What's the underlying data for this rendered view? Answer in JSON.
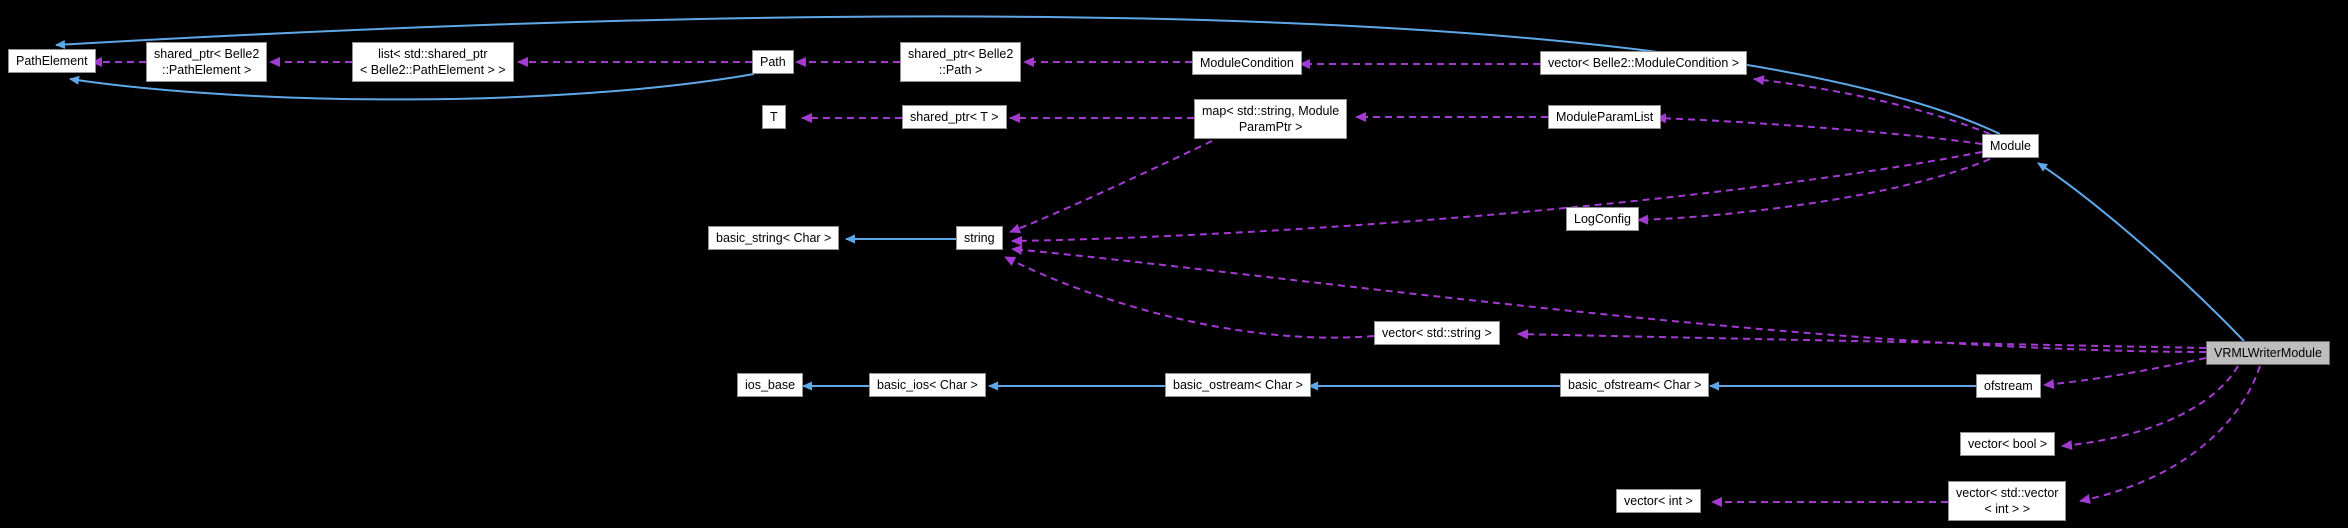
{
  "diagram": {
    "title": "VRMLWriterModule collaboration graph",
    "colors": {
      "background": "#000000",
      "node_fill": "#ffffff",
      "node_border": "#8f9194",
      "highlight_fill": "#bdbdbd",
      "highlight_border": "#696969",
      "inheritance_edge": "#5fa8e8",
      "usage_edge": "#a33bd2",
      "text": "#000000"
    },
    "nodes": [
      {
        "id": "pathElement",
        "label": "PathElement",
        "highlighted": false
      },
      {
        "id": "spPathElement",
        "label": "shared_ptr< Belle2\n::PathElement >",
        "highlighted": false
      },
      {
        "id": "listSpPathElement",
        "label": "list< std::shared_ptr\n< Belle2::PathElement > >",
        "highlighted": false
      },
      {
        "id": "path",
        "label": "Path",
        "highlighted": false
      },
      {
        "id": "spPath",
        "label": "shared_ptr< Belle2\n::Path >",
        "highlighted": false
      },
      {
        "id": "moduleCondition",
        "label": "ModuleCondition",
        "highlighted": false
      },
      {
        "id": "vecModuleCondition",
        "label": "vector< Belle2::ModuleCondition >",
        "highlighted": false
      },
      {
        "id": "t",
        "label": "T",
        "highlighted": false
      },
      {
        "id": "spT",
        "label": "shared_ptr< T >",
        "highlighted": false
      },
      {
        "id": "mapParam",
        "label": "map< std::string, Module\nParamPtr >",
        "highlighted": false
      },
      {
        "id": "moduleParamList",
        "label": "ModuleParamList",
        "highlighted": false
      },
      {
        "id": "module",
        "label": "Module",
        "highlighted": false
      },
      {
        "id": "logConfig",
        "label": "LogConfig",
        "highlighted": false
      },
      {
        "id": "basicString",
        "label": "basic_string< Char >",
        "highlighted": false
      },
      {
        "id": "string",
        "label": "string",
        "highlighted": false
      },
      {
        "id": "vecString",
        "label": "vector< std::string >",
        "highlighted": false
      },
      {
        "id": "vrmlWriterModule",
        "label": "VRMLWriterModule",
        "highlighted": true
      },
      {
        "id": "iosBase",
        "label": "ios_base",
        "highlighted": false
      },
      {
        "id": "basicIos",
        "label": "basic_ios< Char >",
        "highlighted": false
      },
      {
        "id": "basicOstream",
        "label": "basic_ostream< Char >",
        "highlighted": false
      },
      {
        "id": "basicOfstream",
        "label": "basic_ofstream< Char >",
        "highlighted": false
      },
      {
        "id": "ofstream",
        "label": "ofstream",
        "highlighted": false
      },
      {
        "id": "vecBool",
        "label": "vector< bool >",
        "highlighted": false
      },
      {
        "id": "vecInt",
        "label": "vector< int >",
        "highlighted": false
      },
      {
        "id": "vecVecInt",
        "label": "vector< std::vector\n< int > >",
        "highlighted": false
      }
    ],
    "edges": [
      {
        "from": "spPathElement",
        "to": "pathElement",
        "kind": "usage"
      },
      {
        "from": "listSpPathElement",
        "to": "spPathElement",
        "kind": "usage"
      },
      {
        "from": "path",
        "to": "listSpPathElement",
        "kind": "usage"
      },
      {
        "from": "spPath",
        "to": "path",
        "kind": "usage"
      },
      {
        "from": "moduleCondition",
        "to": "spPath",
        "kind": "usage"
      },
      {
        "from": "vecModuleCondition",
        "to": "moduleCondition",
        "kind": "usage"
      },
      {
        "from": "module",
        "to": "vecModuleCondition",
        "kind": "usage"
      },
      {
        "from": "spT",
        "to": "t",
        "kind": "usage"
      },
      {
        "from": "mapParam",
        "to": "spT",
        "kind": "usage"
      },
      {
        "from": "moduleParamList",
        "to": "mapParam",
        "kind": "usage"
      },
      {
        "from": "module",
        "to": "moduleParamList",
        "kind": "usage"
      },
      {
        "from": "module",
        "to": "logConfig",
        "kind": "usage"
      },
      {
        "from": "module",
        "to": "string",
        "kind": "usage"
      },
      {
        "from": "mapParam",
        "to": "string",
        "kind": "usage"
      },
      {
        "from": "vecString",
        "to": "string",
        "kind": "usage"
      },
      {
        "from": "vrmlWriterModule",
        "to": "string",
        "kind": "usage"
      },
      {
        "from": "vrmlWriterModule",
        "to": "vecString",
        "kind": "usage"
      },
      {
        "from": "vrmlWriterModule",
        "to": "ofstream",
        "kind": "usage"
      },
      {
        "from": "vrmlWriterModule",
        "to": "vecBool",
        "kind": "usage"
      },
      {
        "from": "vrmlWriterModule",
        "to": "vecVecInt",
        "kind": "usage"
      },
      {
        "from": "vecVecInt",
        "to": "vecInt",
        "kind": "usage"
      },
      {
        "from": "path",
        "to": "pathElement",
        "kind": "inheritance"
      },
      {
        "from": "module",
        "to": "pathElement",
        "kind": "inheritance"
      },
      {
        "from": "vrmlWriterModule",
        "to": "module",
        "kind": "inheritance"
      },
      {
        "from": "string",
        "to": "basicString",
        "kind": "inheritance"
      },
      {
        "from": "basicIos",
        "to": "iosBase",
        "kind": "inheritance"
      },
      {
        "from": "basicOstream",
        "to": "basicIos",
        "kind": "inheritance"
      },
      {
        "from": "basicOfstream",
        "to": "basicOstream",
        "kind": "inheritance"
      },
      {
        "from": "ofstream",
        "to": "basicOfstream",
        "kind": "inheritance"
      }
    ]
  }
}
